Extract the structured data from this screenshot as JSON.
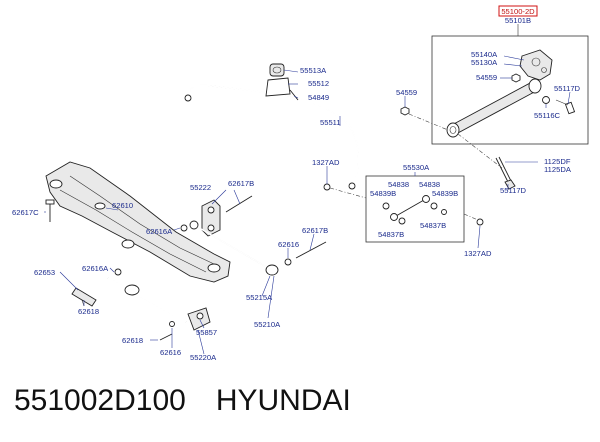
{
  "header_label": "55100-2D",
  "part_number": "551002D100",
  "brand": "HYUNDAI",
  "labels": [
    {
      "id": "55101B",
      "text": "55101B"
    },
    {
      "id": "55140A",
      "text": "55140A"
    },
    {
      "id": "55130A",
      "text": "55130A"
    },
    {
      "id": "54559a",
      "text": "54559"
    },
    {
      "id": "55117Da",
      "text": "55117D"
    },
    {
      "id": "55116C",
      "text": "55116C"
    },
    {
      "id": "54559b",
      "text": "54559"
    },
    {
      "id": "1125DF",
      "text": "1125DF"
    },
    {
      "id": "1125DA",
      "text": "1125DA"
    },
    {
      "id": "55117Db",
      "text": "55117D"
    },
    {
      "id": "55513A",
      "text": "55513A"
    },
    {
      "id": "55512",
      "text": "55512"
    },
    {
      "id": "54849",
      "text": "54849"
    },
    {
      "id": "55511",
      "text": "55511"
    },
    {
      "id": "1327ADa",
      "text": "1327AD"
    },
    {
      "id": "55530A",
      "text": "55530A"
    },
    {
      "id": "54838a",
      "text": "54838"
    },
    {
      "id": "54838b",
      "text": "54838"
    },
    {
      "id": "54839Ba",
      "text": "54839B"
    },
    {
      "id": "54839Bb",
      "text": "54839B"
    },
    {
      "id": "54837Ba",
      "text": "54837B"
    },
    {
      "id": "54837Bb",
      "text": "54837B"
    },
    {
      "id": "1327ADb",
      "text": "1327AD"
    },
    {
      "id": "55222",
      "text": "55222"
    },
    {
      "id": "62617Ba",
      "text": "62617B"
    },
    {
      "id": "62610",
      "text": "62610"
    },
    {
      "id": "62617C",
      "text": "62617C"
    },
    {
      "id": "62616Aa",
      "text": "62616A"
    },
    {
      "id": "62617Bb",
      "text": "62617B"
    },
    {
      "id": "62616a",
      "text": "62616"
    },
    {
      "id": "62653",
      "text": "62653"
    },
    {
      "id": "62616Ab",
      "text": "62616A"
    },
    {
      "id": "62618a",
      "text": "62618"
    },
    {
      "id": "55215A",
      "text": "55215A"
    },
    {
      "id": "55210A",
      "text": "55210A"
    },
    {
      "id": "55857",
      "text": "55857"
    },
    {
      "id": "62618b",
      "text": "62618"
    },
    {
      "id": "62616b",
      "text": "62616"
    },
    {
      "id": "55220A",
      "text": "55220A"
    }
  ]
}
